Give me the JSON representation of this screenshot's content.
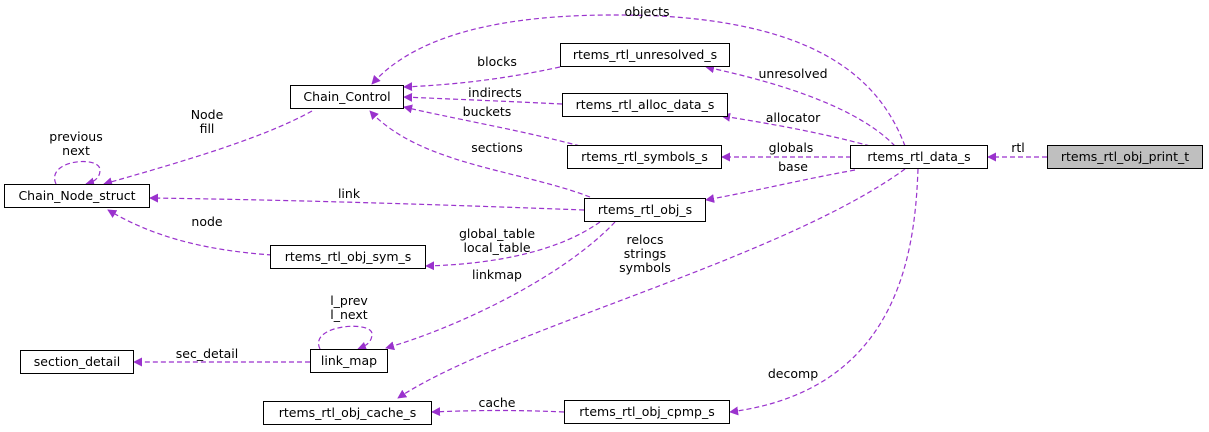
{
  "nodes": {
    "chain_control": "Chain_Control",
    "chain_node_struct": "Chain_Node_struct",
    "rtems_rtl_unresolved_s": "rtems_rtl_unresolved_s",
    "rtems_rtl_alloc_data_s": "rtems_rtl_alloc_data_s",
    "rtems_rtl_symbols_s": "rtems_rtl_symbols_s",
    "rtems_rtl_data_s": "rtems_rtl_data_s",
    "rtems_rtl_obj_print_t": "rtems_rtl_obj_print_t",
    "rtems_rtl_obj_s": "rtems_rtl_obj_s",
    "rtems_rtl_obj_sym_s": "rtems_rtl_obj_sym_s",
    "section_detail": "section_detail",
    "link_map": "link_map",
    "rtems_rtl_obj_cache_s": "rtems_rtl_obj_cache_s",
    "rtems_rtl_obj_cpmp_s": "rtems_rtl_obj_cpmp_s"
  },
  "edge_labels": {
    "objects": "objects",
    "blocks": "blocks",
    "unresolved": "unresolved",
    "indirects": "indirects",
    "buckets": "buckets",
    "allocator": "allocator",
    "node_fill": "Node\nfill",
    "previous_next": "previous\nnext",
    "sections": "sections",
    "globals": "globals",
    "rtl": "rtl",
    "base": "base",
    "link": "link",
    "node": "node",
    "global_local_table": "global_table\nlocal_table",
    "relocs_strings_symbols": "relocs\nstrings\nsymbols",
    "linkmap": "linkmap",
    "l_prev_l_next": "l_prev\nl_next",
    "sec_detail": "sec_detail",
    "decomp": "decomp",
    "cache": "cache"
  },
  "colors": {
    "edge": "#9a32cd",
    "highlight_fill": "#bfbfbf"
  }
}
